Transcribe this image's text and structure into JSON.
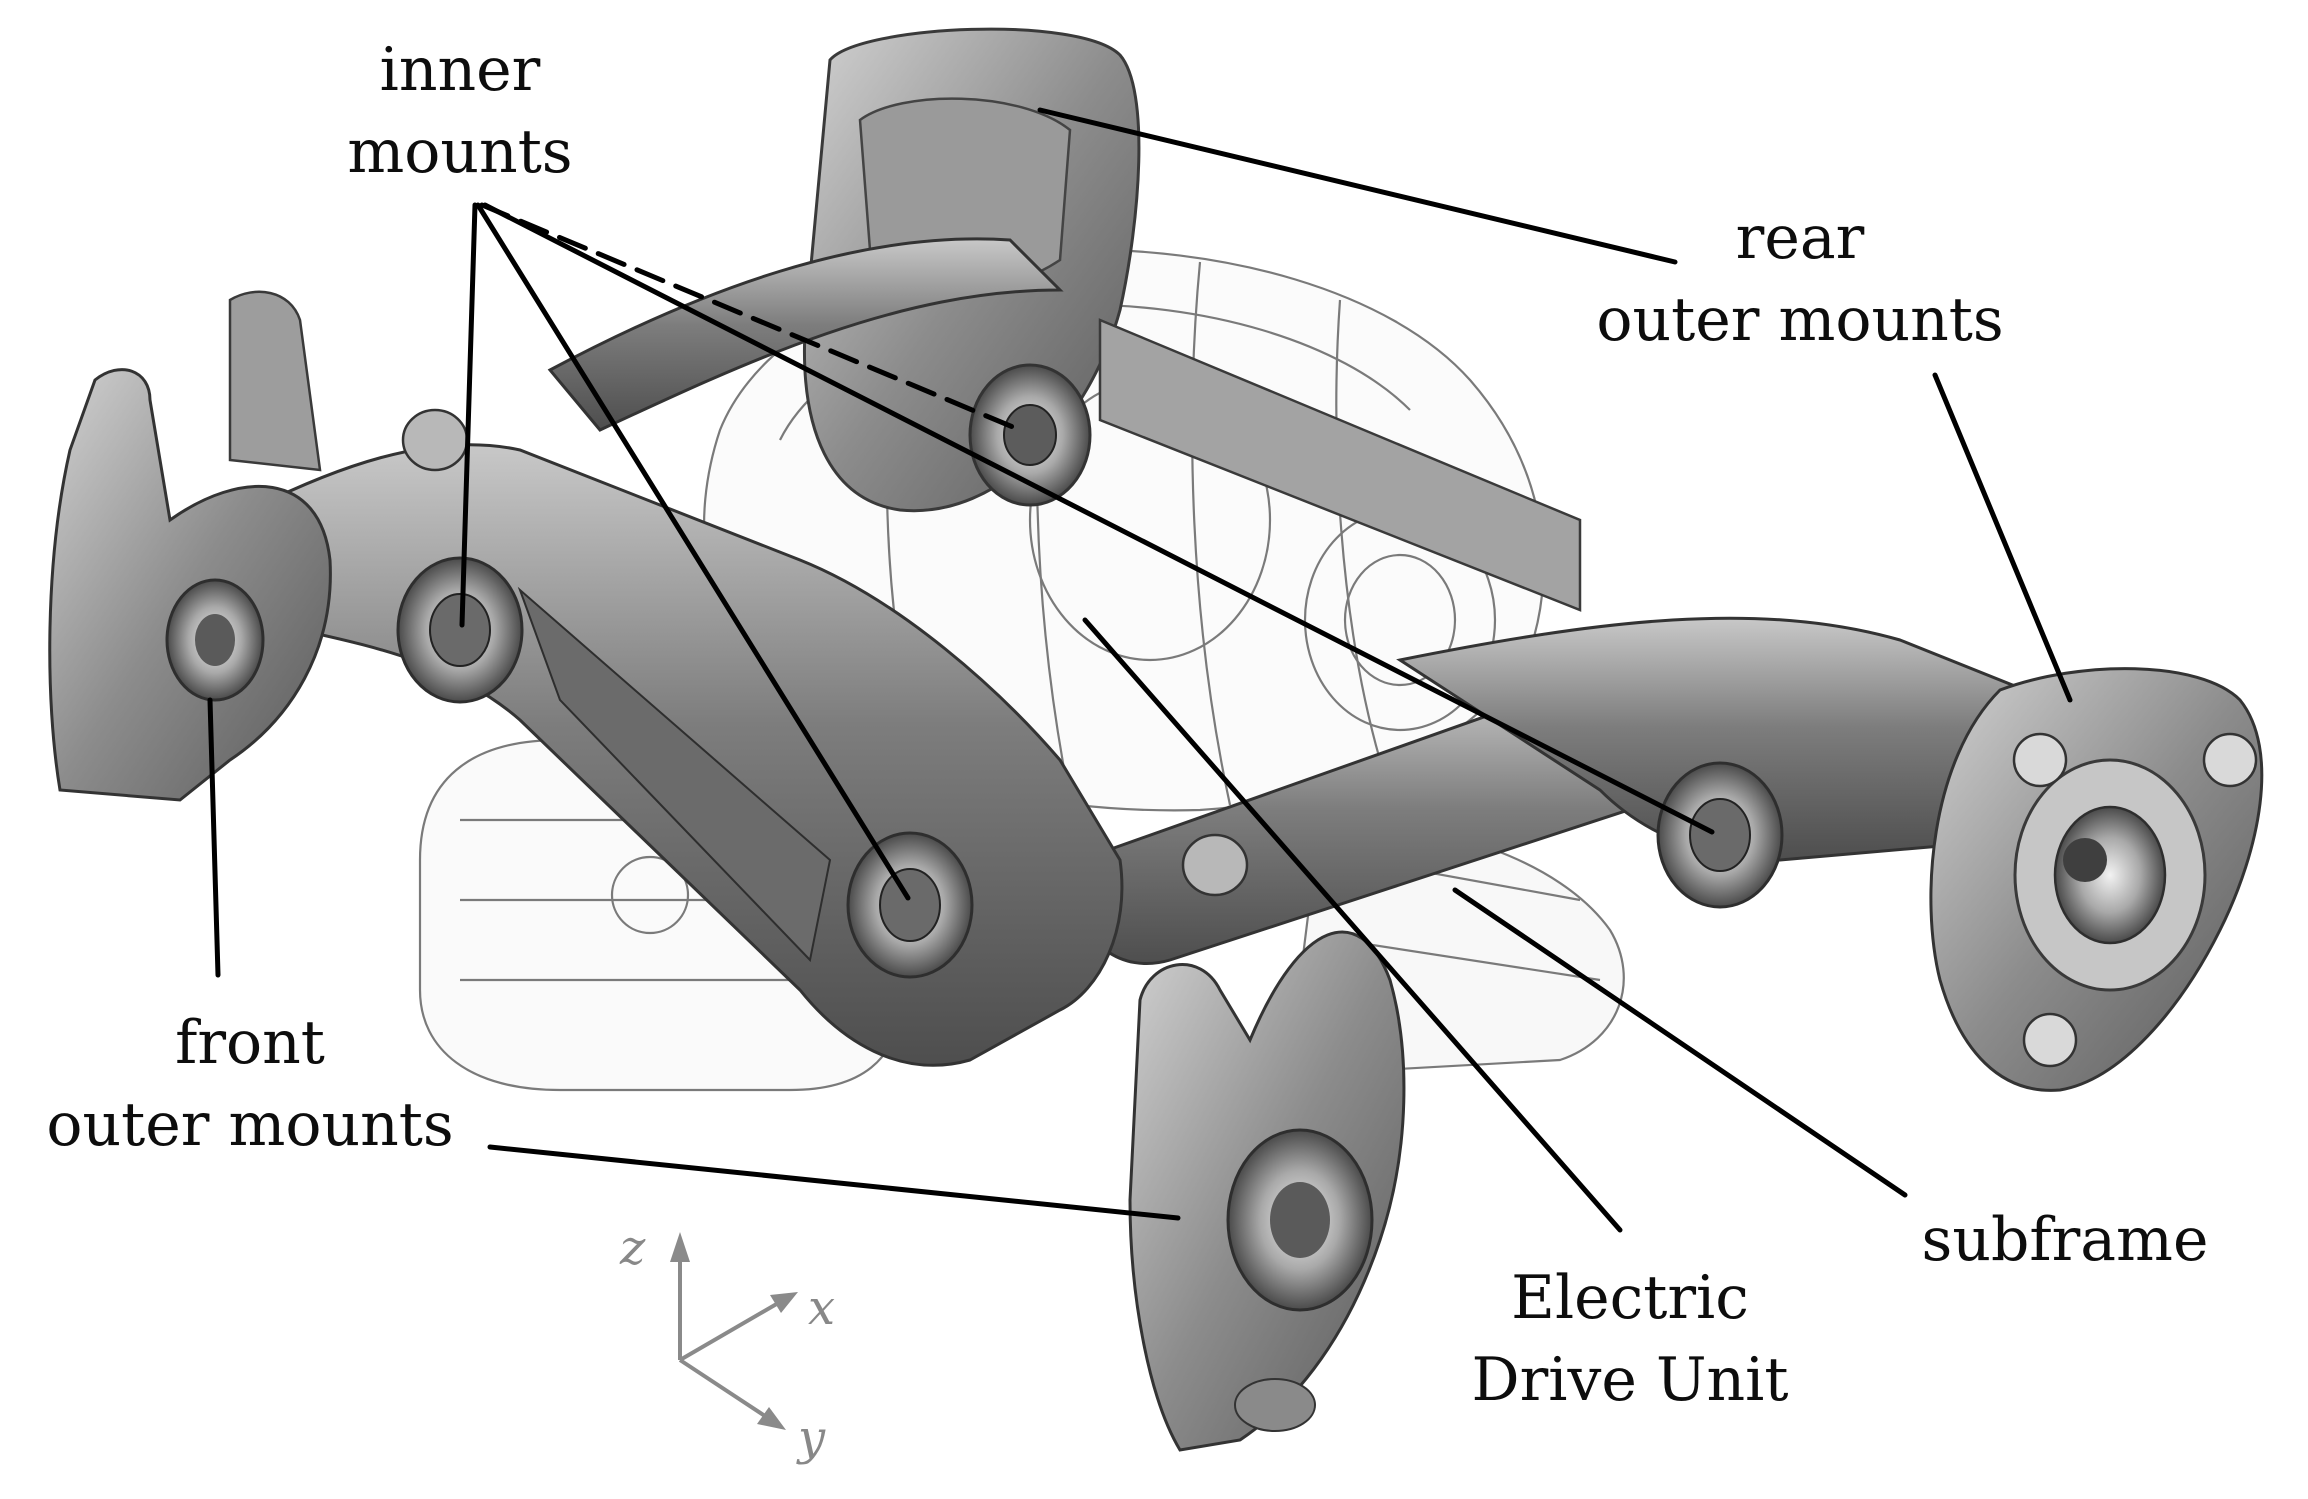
{
  "labels": {
    "inner_mounts": [
      "inner",
      "mounts"
    ],
    "rear_outer_mounts": [
      "rear",
      "outer mounts"
    ],
    "front_outer_mounts": [
      "front",
      "outer mounts"
    ],
    "subframe": "subframe",
    "electric_drive_unit": [
      "Electric",
      "Drive Unit"
    ]
  },
  "axes": {
    "z": "z",
    "x": "x",
    "y": "y"
  },
  "colors": {
    "leader_line": "#000000",
    "axis_triad": "#8a8a8a",
    "metal_dark": "#5e5e5e",
    "metal_mid": "#8e8e8e",
    "metal_light": "#c9c9c9",
    "edu_line": "#7a7a7a"
  }
}
